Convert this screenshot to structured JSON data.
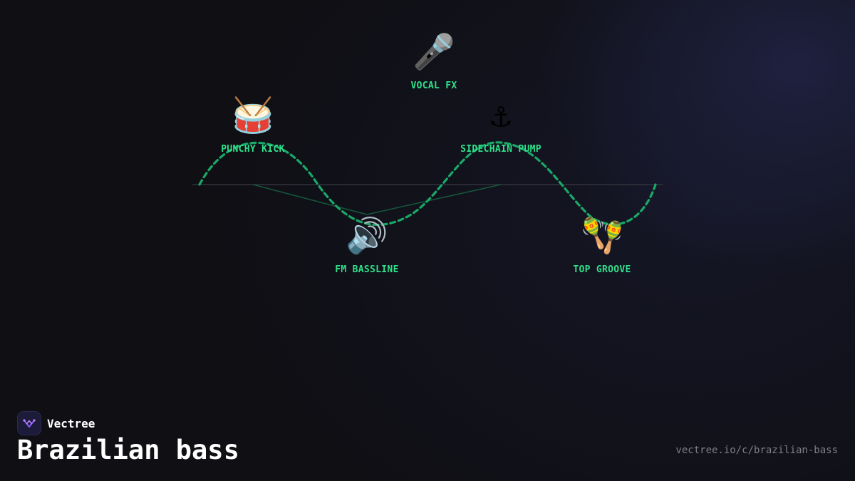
{
  "brand": {
    "name": "Vectree",
    "logo_icon": "vectree-logo-icon"
  },
  "title": "Brazilian bass",
  "url": "vectree.io/c/brazilian-bass",
  "colors": {
    "background": "#0f0f14",
    "label": "#2fe08a",
    "curve": "#1aa868",
    "connector": "#15573b",
    "baseline": "#33333c",
    "url": "#7f7f8c"
  },
  "nodes": [
    {
      "id": "punchy-kick",
      "label": "PUNCHY KICK",
      "emoji": "🥁",
      "icon": "drum-icon"
    },
    {
      "id": "fm-bassline",
      "label": "FM BASSLINE",
      "emoji": "🔊",
      "icon": "speaker-icon"
    },
    {
      "id": "vocal-fx",
      "label": "VOCAL FX",
      "emoji": "🎤",
      "icon": "microphone-icon"
    },
    {
      "id": "sidechain-pump",
      "label": "SIDECHAIN PUMP",
      "emoji": "⚓",
      "icon": "anchor-icon"
    },
    {
      "id": "top-groove",
      "label": "TOP GROOVE",
      "emoji": "🪇",
      "icon": "maracas-icon"
    }
  ]
}
